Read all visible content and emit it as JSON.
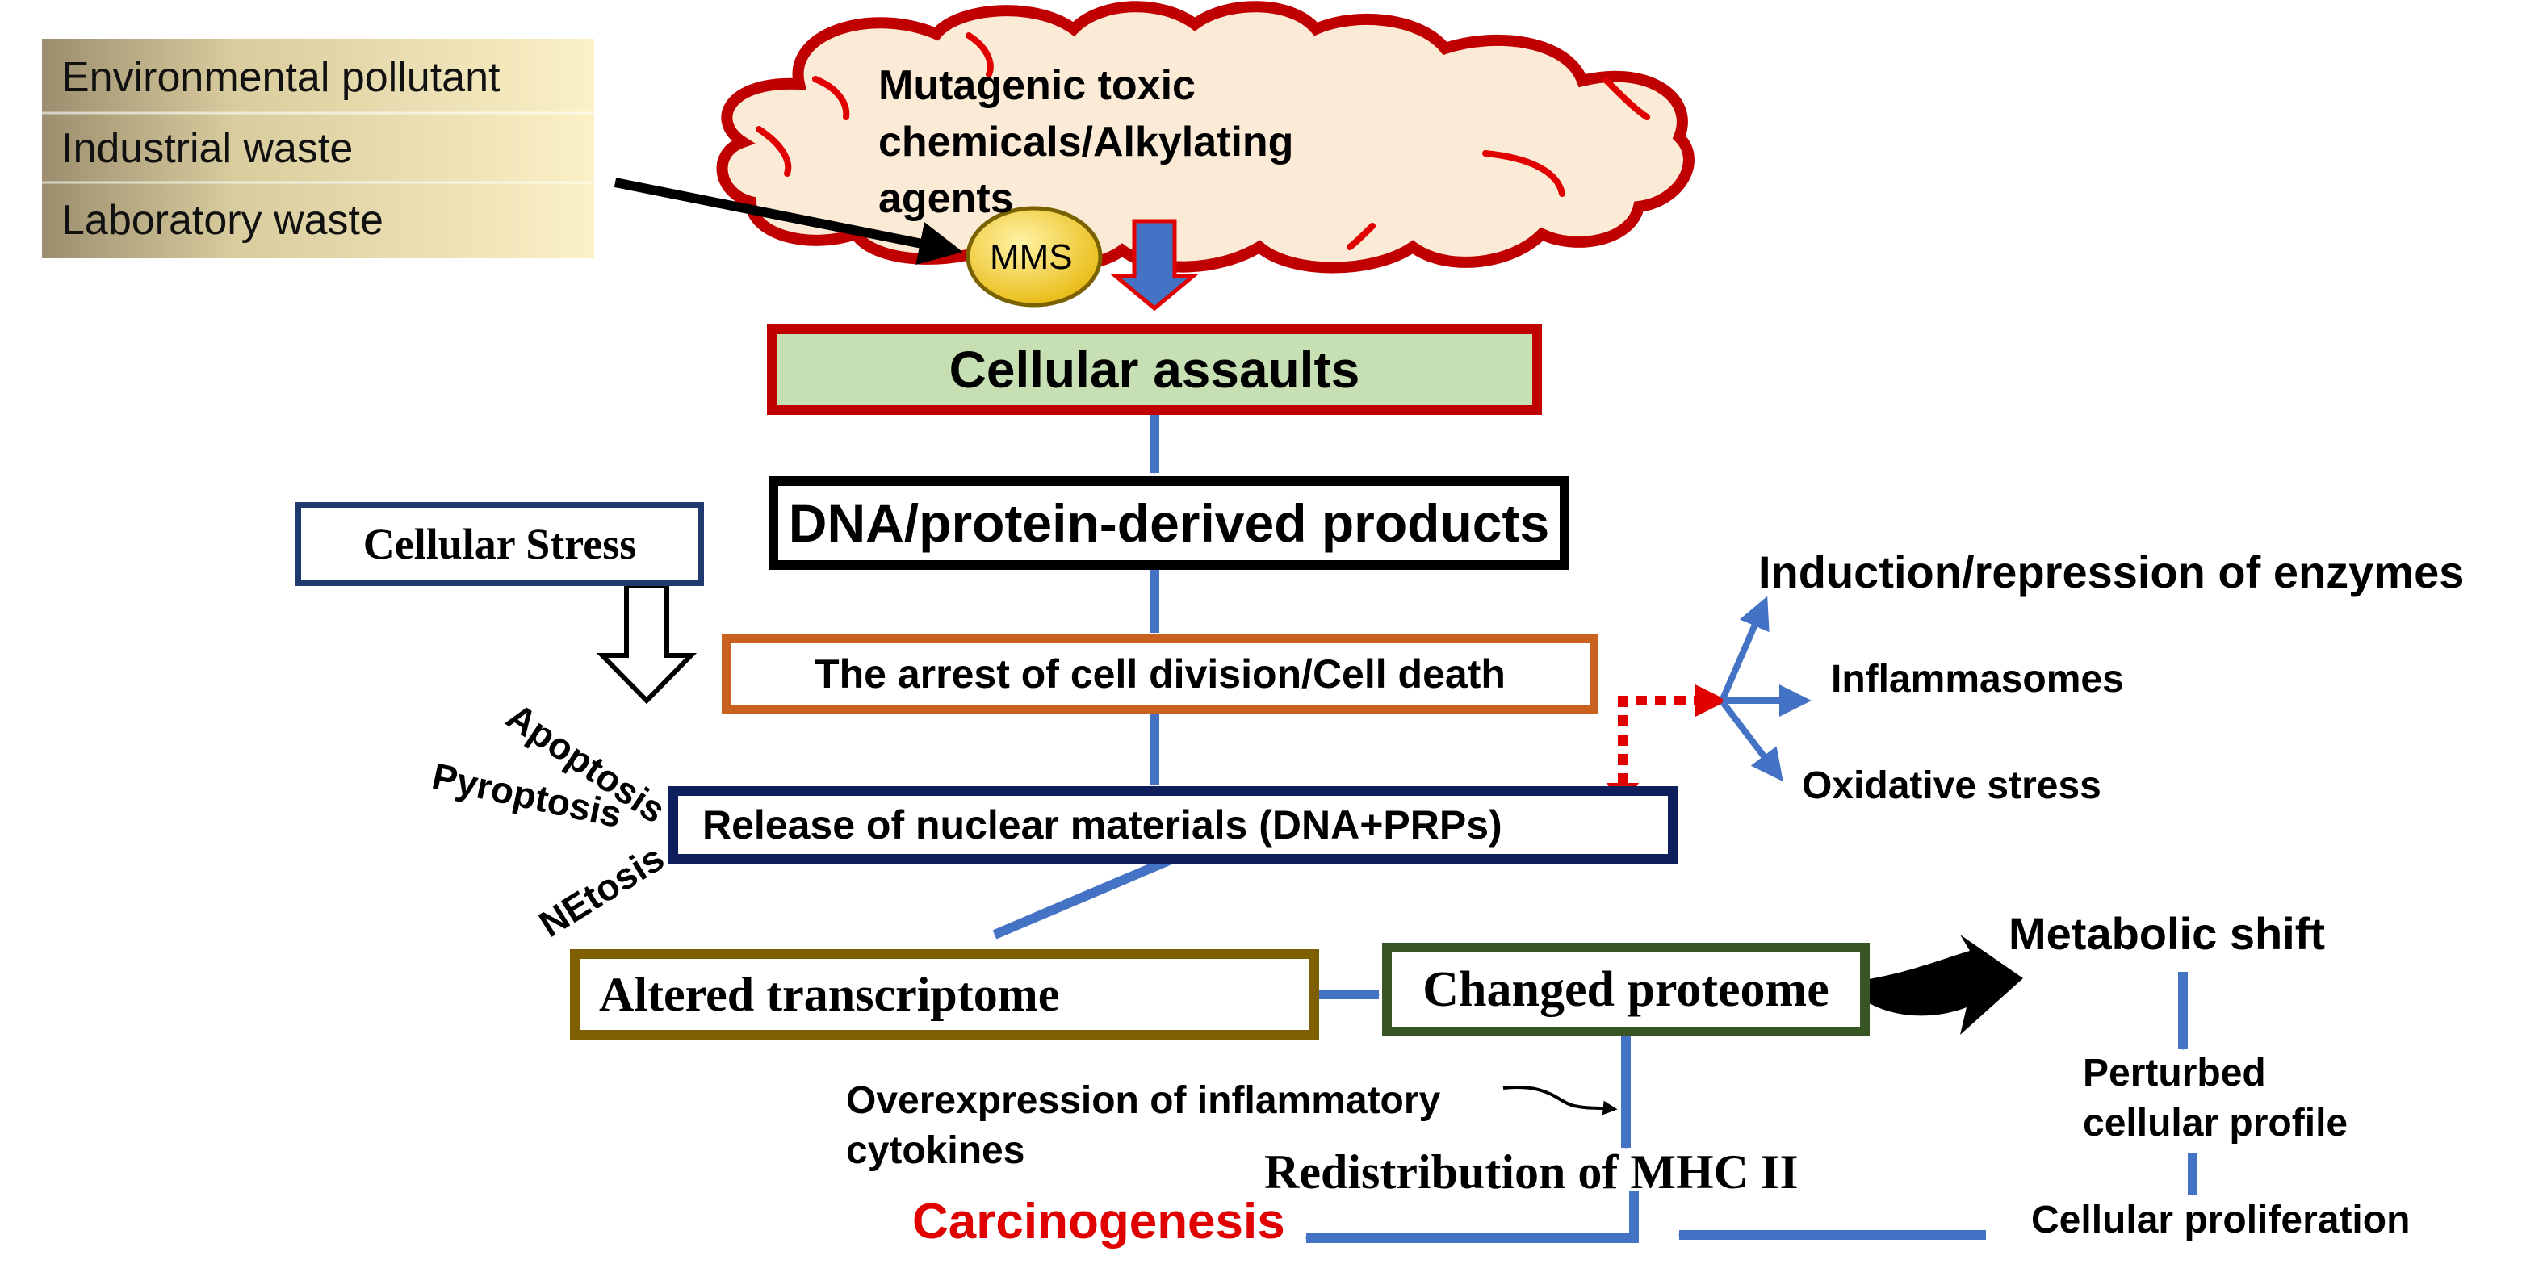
{
  "sources": [
    "Environmental pollutant",
    "Industrial waste",
    "Laboratory waste"
  ],
  "cloud_text": [
    "Mutagenic toxic",
    "chemicals/Alkylating",
    "agents"
  ],
  "mms_label": "MMS",
  "boxes": {
    "cellular_assaults": "Cellular assaults",
    "dna_products": "DNA/protein-derived products",
    "cellular_stress": "Cellular Stress",
    "arrest": "The arrest of cell division/Cell death",
    "release": "Release of nuclear materials (DNA+PRPs)",
    "transcriptome": "Altered transcriptome",
    "proteome": "Changed proteome"
  },
  "death_types": [
    "Apoptosis",
    "Pyroptosis",
    "NEtosis"
  ],
  "branch_outcomes": [
    "Induction/repression of enzymes",
    "Inflammasomes",
    "Oxidative stress"
  ],
  "metabolic": {
    "shift": "Metabolic shift",
    "perturbed": [
      "Perturbed",
      "cellular profile"
    ],
    "proliferation": "Cellular proliferation"
  },
  "cytokines": [
    "Overexpression of inflammatory",
    "cytokines"
  ],
  "mhc": "Redistribution of MHC II",
  "outcome": "Carcinogenesis",
  "colors": {
    "blue_arrow": "#4472C4",
    "red": "#E00000",
    "cloud_border": "#C00000",
    "cloud_fill": "#FBEAD6",
    "assaults_fill": "#C6E0B4",
    "stress_border": "#1F3A6E",
    "arrest_border": "#C8621E",
    "release_border": "#0F1F5C",
    "transcriptome_border": "#7F6000",
    "proteome_border": "#375623",
    "mms_fill": "#F5D547"
  }
}
